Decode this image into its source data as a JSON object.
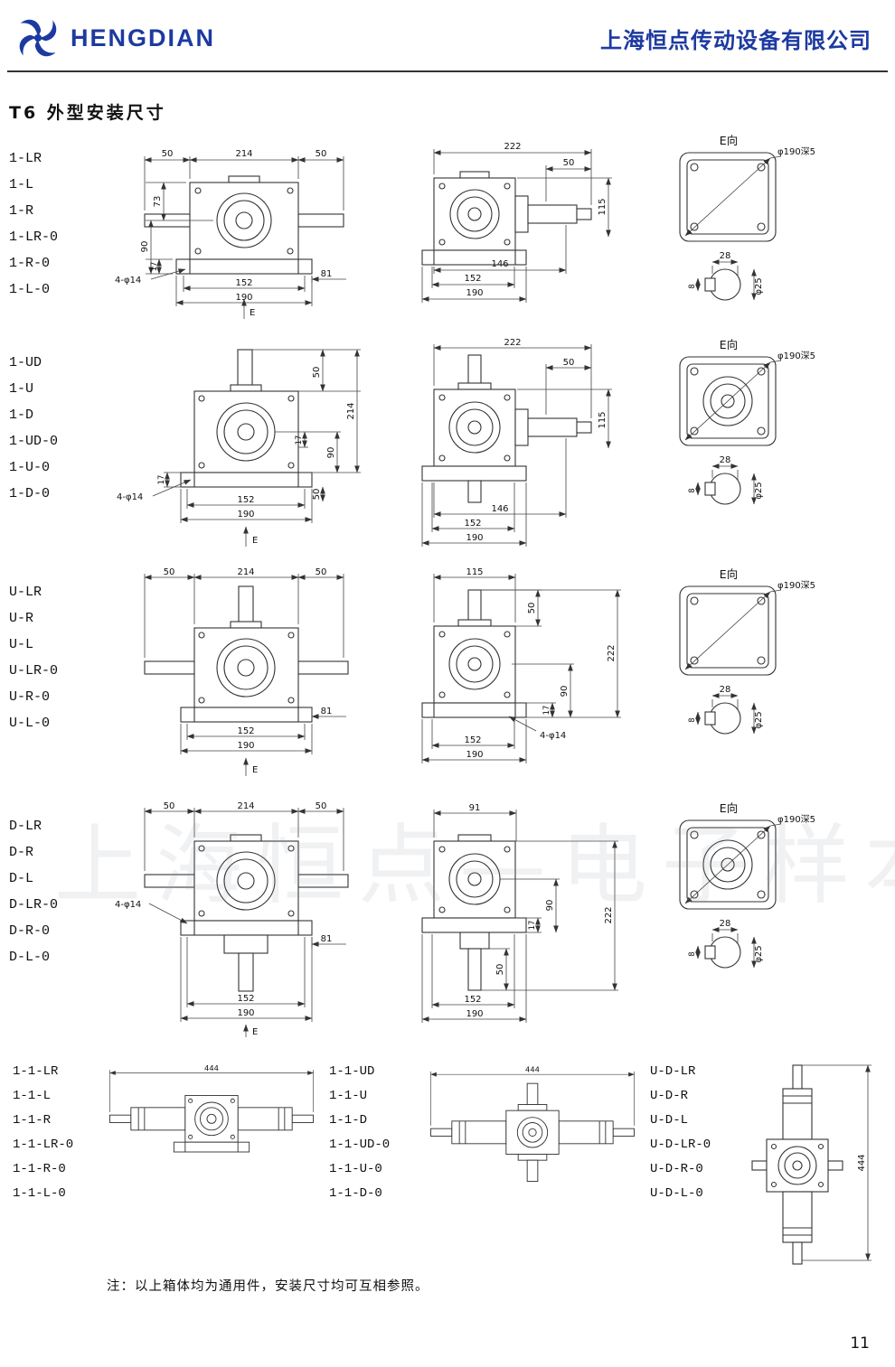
{
  "header": {
    "brand": "HENGDIAN",
    "company": "上海恒点传动设备有限公司"
  },
  "page_title": "T6 外型安装尺寸",
  "e_view": {
    "title": "E向",
    "flange_note": "φ190深5",
    "d28": "28",
    "d8": "8",
    "d25": "φ25"
  },
  "rows": [
    {
      "labels": [
        "1-LR",
        "1-L",
        "1-R",
        "1-LR-0",
        "1-R-0",
        "1-L-0"
      ],
      "front": {
        "d50l": "50",
        "d214": "214",
        "d50r": "50",
        "d73": "73",
        "d90": "90",
        "d17": "17",
        "holes": "4-φ14",
        "d152": "152",
        "d190": "190",
        "d81": "81",
        "e": "E"
      },
      "side": {
        "d222": "222",
        "d50": "50",
        "d115": "115",
        "d146": "146",
        "d152": "152",
        "d190": "190"
      }
    },
    {
      "labels": [
        "1-UD",
        "1-U",
        "1-D",
        "1-UD-0",
        "1-U-0",
        "1-D-0"
      ],
      "front": {
        "d50t": "50",
        "d214": "214",
        "d17r": "17",
        "d90": "90",
        "d50b": "50",
        "d17l": "17",
        "holes": "4-φ14",
        "d152": "152",
        "d190": "190",
        "e": "E"
      },
      "side": {
        "d222": "222",
        "d50": "50",
        "d115": "115",
        "d146": "146",
        "d152": "152",
        "d190": "190"
      }
    },
    {
      "labels": [
        "U-LR",
        "U-R",
        "U-L",
        "U-LR-0",
        "U-R-0",
        "U-L-0"
      ],
      "front": {
        "d50l": "50",
        "d214": "214",
        "d50r": "50",
        "d81": "81",
        "d152": "152",
        "d190": "190",
        "e": "E"
      },
      "side": {
        "d115": "115",
        "d50": "50",
        "d222": "222",
        "d17": "17",
        "d90": "90",
        "holes": "4-φ14",
        "d152": "152",
        "d190": "190"
      }
    },
    {
      "labels": [
        "D-LR",
        "D-R",
        "D-L",
        "D-LR-0",
        "D-R-0",
        "D-L-0"
      ],
      "front": {
        "d50l": "50",
        "d214": "214",
        "d50r": "50",
        "holes": "4-φ14",
        "d81": "81",
        "d152": "152",
        "d190": "190",
        "e": "E"
      },
      "side": {
        "d91": "91",
        "d17": "17",
        "d90": "90",
        "d222": "222",
        "d50": "50",
        "d152": "152",
        "d190": "190"
      }
    }
  ],
  "bottom": {
    "groups": [
      {
        "labels": [
          "1-1-LR",
          "1-1-L",
          "1-1-R",
          "1-1-LR-0",
          "1-1-R-0",
          "1-1-L-0"
        ],
        "d444": "444"
      },
      {
        "labels": [
          "1-1-UD",
          "1-1-U",
          "1-1-D",
          "1-1-UD-0",
          "1-1-U-0",
          "1-1-D-0"
        ],
        "d444": "444"
      },
      {
        "labels": [
          "U-D-LR",
          "U-D-R",
          "U-D-L",
          "U-D-LR-0",
          "U-D-R-0",
          "U-D-L-0"
        ],
        "d444": "444"
      }
    ],
    "note": "注：以上箱体均为通用件，安装尺寸均可互相参照。"
  },
  "watermark": "上海恒点—电子样本",
  "page_number": "11"
}
